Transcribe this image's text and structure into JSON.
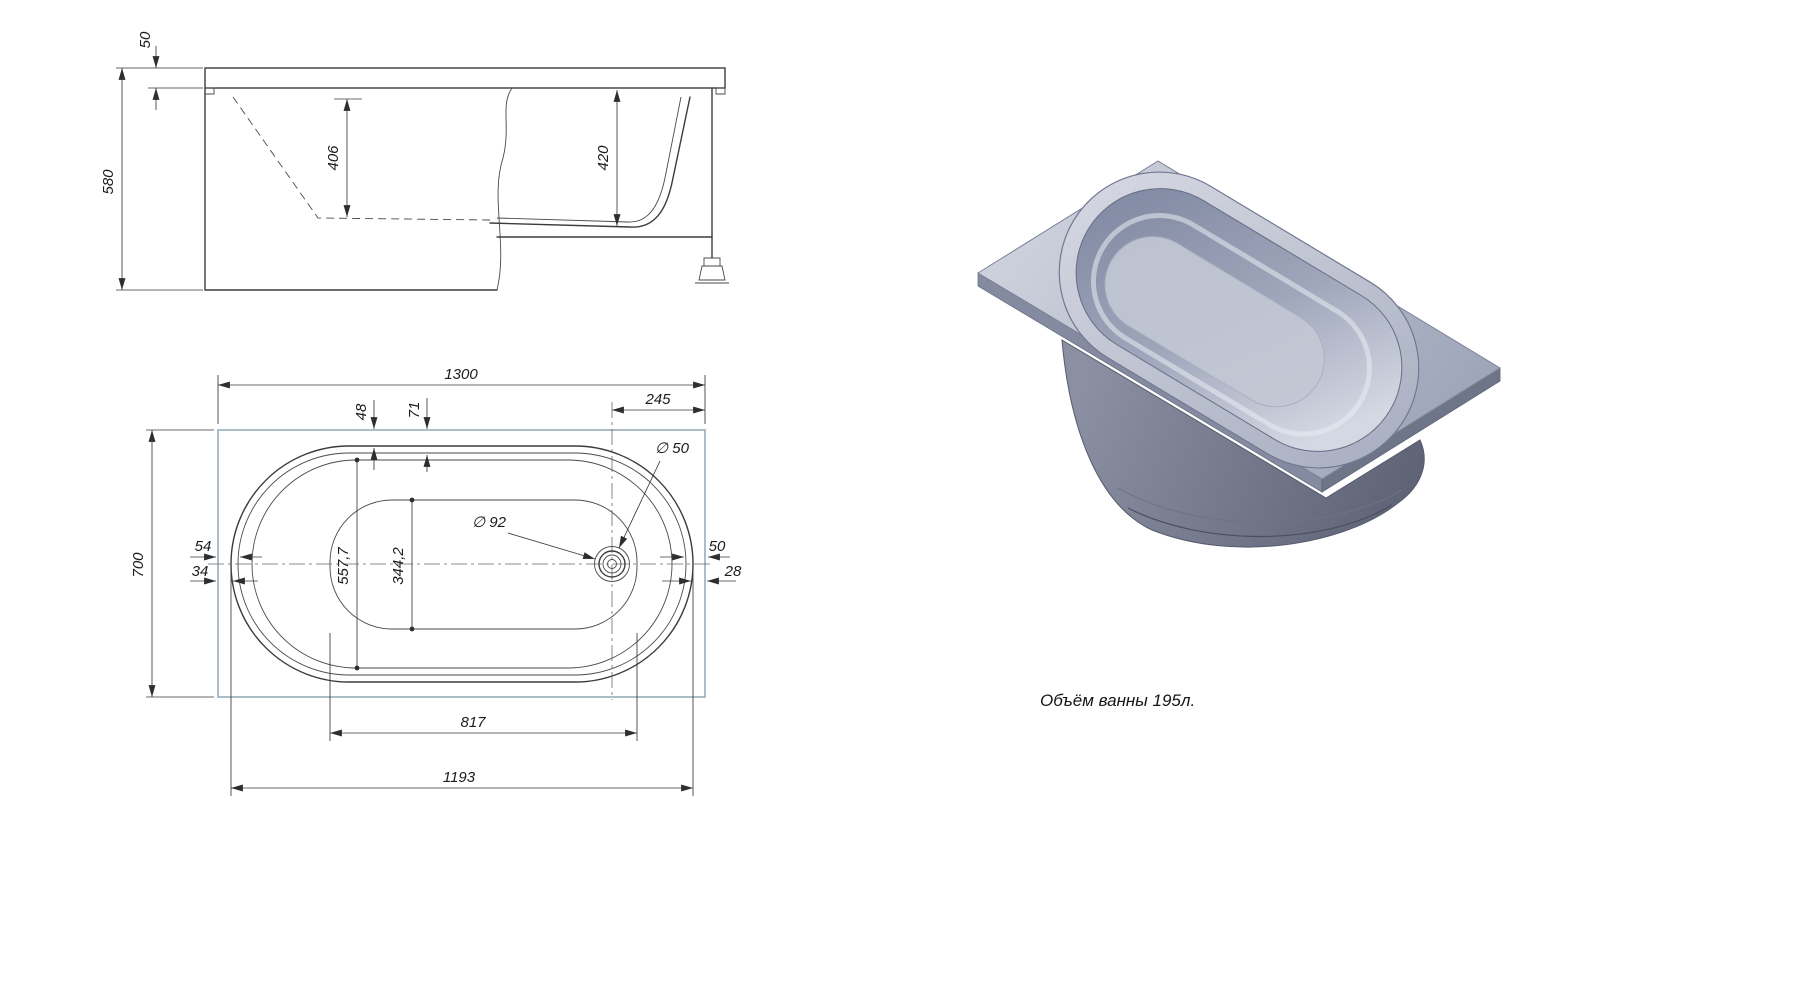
{
  "drawing": {
    "volume_note": "Объём ванны 195л.",
    "front_view": {
      "rim_thickness": "50",
      "height": "580",
      "inner_depth": "406",
      "depth": "420"
    },
    "plan": {
      "length": "1300",
      "drain_offset": "245",
      "offset_71": "71",
      "offset_48": "48",
      "drain_diameter": "∅ 50",
      "overflow_diameter": "∅ 92",
      "offset_54": "54",
      "offset_34": "34",
      "width": "700",
      "inner_width": "557,7",
      "bottom_width": "344,2",
      "offset_50": "50",
      "offset_28": "28",
      "bottom_length": "817",
      "rim_length": "1193"
    }
  }
}
